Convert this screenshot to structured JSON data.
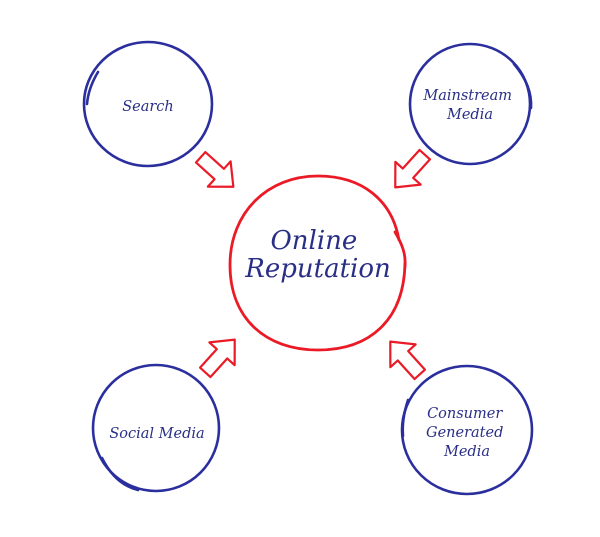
{
  "center": {
    "lines": [
      "Online",
      "Reputation"
    ]
  },
  "nodes": [
    {
      "id": "search",
      "lines": [
        "Search"
      ]
    },
    {
      "id": "mainstream-media",
      "lines": [
        "Mainstream",
        "Media"
      ]
    },
    {
      "id": "social-media",
      "lines": [
        "Social Media"
      ]
    },
    {
      "id": "consumer-generated-media",
      "lines": [
        "Consumer",
        "Generated",
        "Media"
      ]
    }
  ],
  "colors": {
    "node_stroke": "#2b2f9e",
    "center_stroke": "#ea1b26",
    "text": "#2a2f86",
    "arrow": "#ea1b26"
  }
}
